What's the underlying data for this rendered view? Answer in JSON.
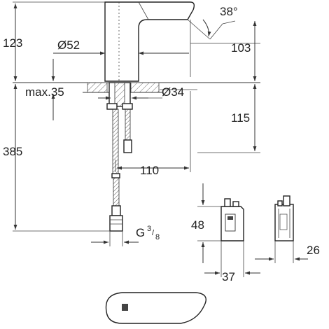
{
  "dimensions": {
    "spout_height": "123",
    "spout_angle": "38°",
    "body_diameter": "Ø52",
    "outlet_height": "103",
    "max_thickness": "max.35",
    "hole_diameter": "Ø34",
    "below_deck": "115",
    "total_length": "385",
    "reach": "110",
    "thread_main": "G",
    "thread_sup": "3",
    "thread_sub": "8",
    "box_height": "48",
    "box_width": "37",
    "box_depth": "26"
  }
}
